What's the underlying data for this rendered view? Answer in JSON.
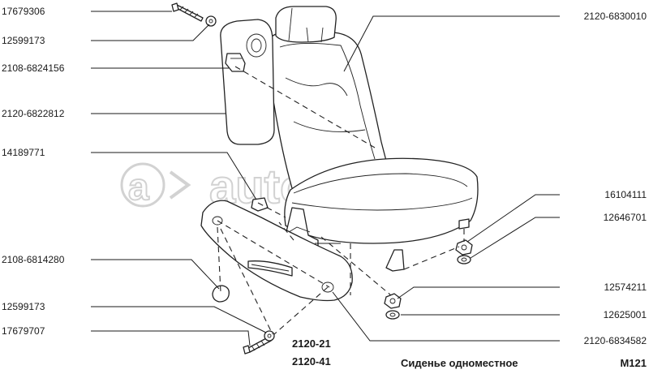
{
  "watermark": {
    "text": "autopiter.ru"
  },
  "labels_left": [
    "17679306",
    "12599173",
    "2108-6824156",
    "2120-6822812",
    "14189771",
    "2108-6814280",
    "12599173",
    "17679707"
  ],
  "labels_right": [
    "2120-6830010",
    "16104111",
    "12646701",
    "12574211",
    "12625001",
    "2120-6834582"
  ],
  "footer": {
    "model_1": "2120-21",
    "model_2": "2120-41",
    "caption": "Сиденье одноместное",
    "code": "M121"
  }
}
